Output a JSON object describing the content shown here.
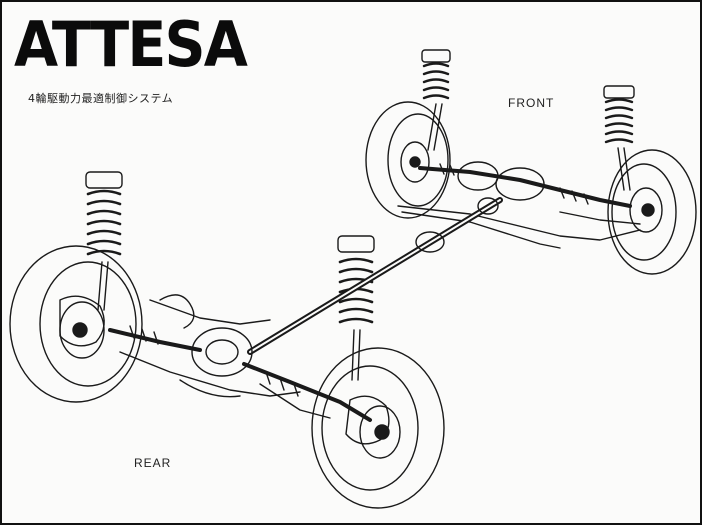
{
  "header": {
    "brand": "ATTESA",
    "subtitle": "4輪駆動力最適制御システム"
  },
  "labels": {
    "front": "FRONT",
    "rear": "REAR"
  },
  "colors": {
    "ink": "#1a1a1a",
    "paper": "#fbfbfa"
  }
}
